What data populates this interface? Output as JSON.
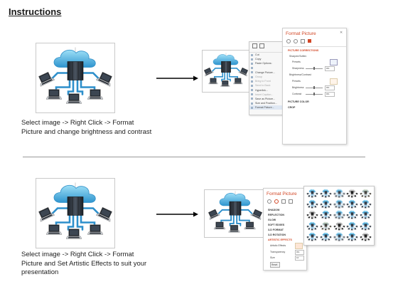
{
  "title": "Instructions",
  "step1": {
    "caption_line1": "Select image -> Right Click -> Format",
    "caption_line2": "Picture and change brightness and contrast",
    "context_menu": [
      "Cut",
      "Copy",
      "Paste Options:",
      "",
      "Change Picture...",
      "Group",
      "Bring to Front",
      "Send to Back",
      "Hyperlink...",
      "Insert Caption...",
      "Save as Picture...",
      "Size and Position...",
      "Format Picture..."
    ],
    "panel": {
      "title": "Format Picture",
      "sections": {
        "picture_corrections": "PICTURE CORRECTIONS",
        "sharpen_soften": "Sharpen/Soften",
        "presets": "Presets",
        "sharpness": "Sharpness",
        "sharpness_value": "0%",
        "brightness_contrast": "Brightness/Contrast",
        "presets2": "Presets",
        "brightness": "Brightness",
        "brightness_value": "0%",
        "contrast": "Contrast",
        "contrast_value": "0%",
        "picture_color": "PICTURE COLOR",
        "crop": "CROP"
      }
    }
  },
  "step2": {
    "caption_line1": "Select image -> Right Click -> Format",
    "caption_line2": "Picture and Set Artistic Effects to suit your",
    "caption_line3": "presentation",
    "panel": {
      "title": "Format Picture",
      "sections": [
        "SHADOW",
        "REFLECTION",
        "GLOW",
        "SOFT EDGES",
        "3-D FORMAT",
        "3-D ROTATION"
      ],
      "artistic_effects": "ARTISTIC EFFECTS",
      "artistic_label": "Artistic Effects",
      "transparency": "Transparency",
      "transparency_value": "0%",
      "size": "Size",
      "size_value": "10",
      "reset": "Reset"
    }
  },
  "colors": {
    "cloud": "#6ec6ea",
    "cloud_dark": "#2e86c1",
    "server": "#2a2f36",
    "accent": "#d24726"
  }
}
